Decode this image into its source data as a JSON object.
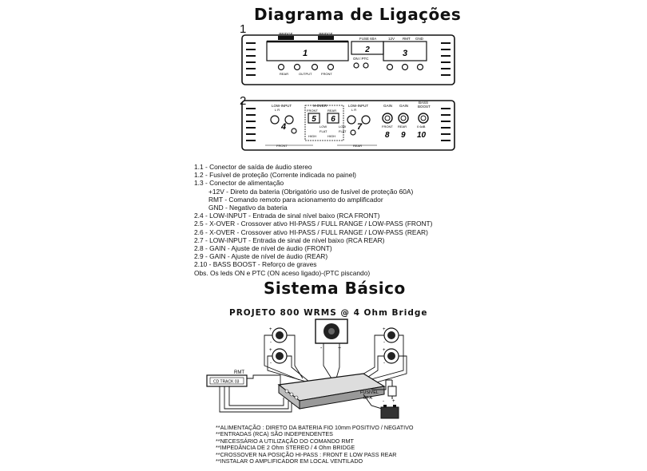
{
  "titles": {
    "main": "Diagrama de Ligações",
    "basic": "Sistema Básico",
    "project": "PROJETO 800 WRMS @ 4 Ohm Bridge"
  },
  "panel1": {
    "number": "1",
    "bridge_left": "BRIDGE",
    "bridge_right": "BRIDGE",
    "fuse": "FUSE 60A",
    "v12": "12V",
    "rmt": "RMT",
    "gnd": "GND",
    "rear": "REAR",
    "output": "OUTPUT",
    "front": "FRONT",
    "on_ptc": "ON / PTC",
    "labels": [
      "1",
      "2",
      "3"
    ]
  },
  "panel2": {
    "number": "2",
    "low_input_l": "LOW-INPUT",
    "low_input_r": "LOW-INPUT",
    "xover": "X-OVER",
    "front": "FRONT",
    "rear": "REAR",
    "gain1": "GAIN",
    "gain2": "GAIN",
    "bass": "BASS",
    "boost": "BOOST",
    "low": "LOW",
    "flat": "FLAT",
    "high": "HIGH",
    "front_bottom": "FRONT",
    "rear_bottom": "REAR",
    "front_small": "FRONT",
    "rear_small": "REAR",
    "khz": "0  6dB",
    "lr": "L    R",
    "nums": [
      "4",
      "5",
      "6",
      "7",
      "8",
      "9",
      "10"
    ]
  },
  "legend": [
    {
      "text": "1.1 - Conector de saída de áudio stereo",
      "indent": false
    },
    {
      "text": "1.2 - Fusível de proteção (Corrente indicada no painel)",
      "indent": false
    },
    {
      "text": "1.3 - Conector de alimentação",
      "indent": false
    },
    {
      "text": "+12V - Direto da bateria (Obrigatório uso de fusível de proteção 60A)",
      "indent": true
    },
    {
      "text": "RMT -  Comando remoto para acionamento do amplificador",
      "indent": true
    },
    {
      "text": "GND - Negativo da bateria",
      "indent": true
    },
    {
      "text": "2.4 - LOW-INPUT - Entrada de sinal nível baixo (RCA FRONT)",
      "indent": false
    },
    {
      "text": "2.5 - X-OVER - Crossover ativo HI-PASS / FULL RANGE / LOW-PASS (FRONT)",
      "indent": false
    },
    {
      "text": "2.6 - X-OVER - Crossover ativo HI-PASS / FULL RANGE / LOW-PASS (REAR)",
      "indent": false
    },
    {
      "text": "2.7 - LOW-INPUT - Entrada de sinal de nível baixo (RCA REAR)",
      "indent": false
    },
    {
      "text": "2.8 - GAIN - Ajuste de nível de áudio (FRONT)",
      "indent": false
    },
    {
      "text": "2.9 - GAIN - Ajuste de nível de áudio (REAR)",
      "indent": false
    },
    {
      "text": "2.10 - BASS BOOST - Reforço de graves",
      "indent": false
    },
    {
      "text": "Obs. Os leds ON e PTC  (ON aceso ligado)-(PTC piscando)",
      "indent": false
    }
  ],
  "wiring": {
    "rmt": "RMT",
    "cd_track": "CD  TRACK  03",
    "fuse_line1": "FUSÍVEL",
    "fuse_line2": "60 A",
    "plus": "+",
    "minus": "-"
  },
  "notes": [
    "**ALIMENTAÇÃO : DIRETO DA BATERIA FIO 10mm POSITIVO / NEGATIVO",
    "**ENTRADAS (RCA) SÃO INDEPENDENTES",
    "**NECESSÁRIO A UTILIZAÇÃO DO COMANDO RMT",
    "**IMPEDÂNCIA DE 2 Ohm STEREO / 4 Ohm  BRIDGE",
    "**CROSSOVER NA POSIÇÃO HI-PASS : FRONT E LOW PASS REAR",
    "**INSTALAR O AMPLIFICADOR EM LOCAL VENTILADO"
  ]
}
